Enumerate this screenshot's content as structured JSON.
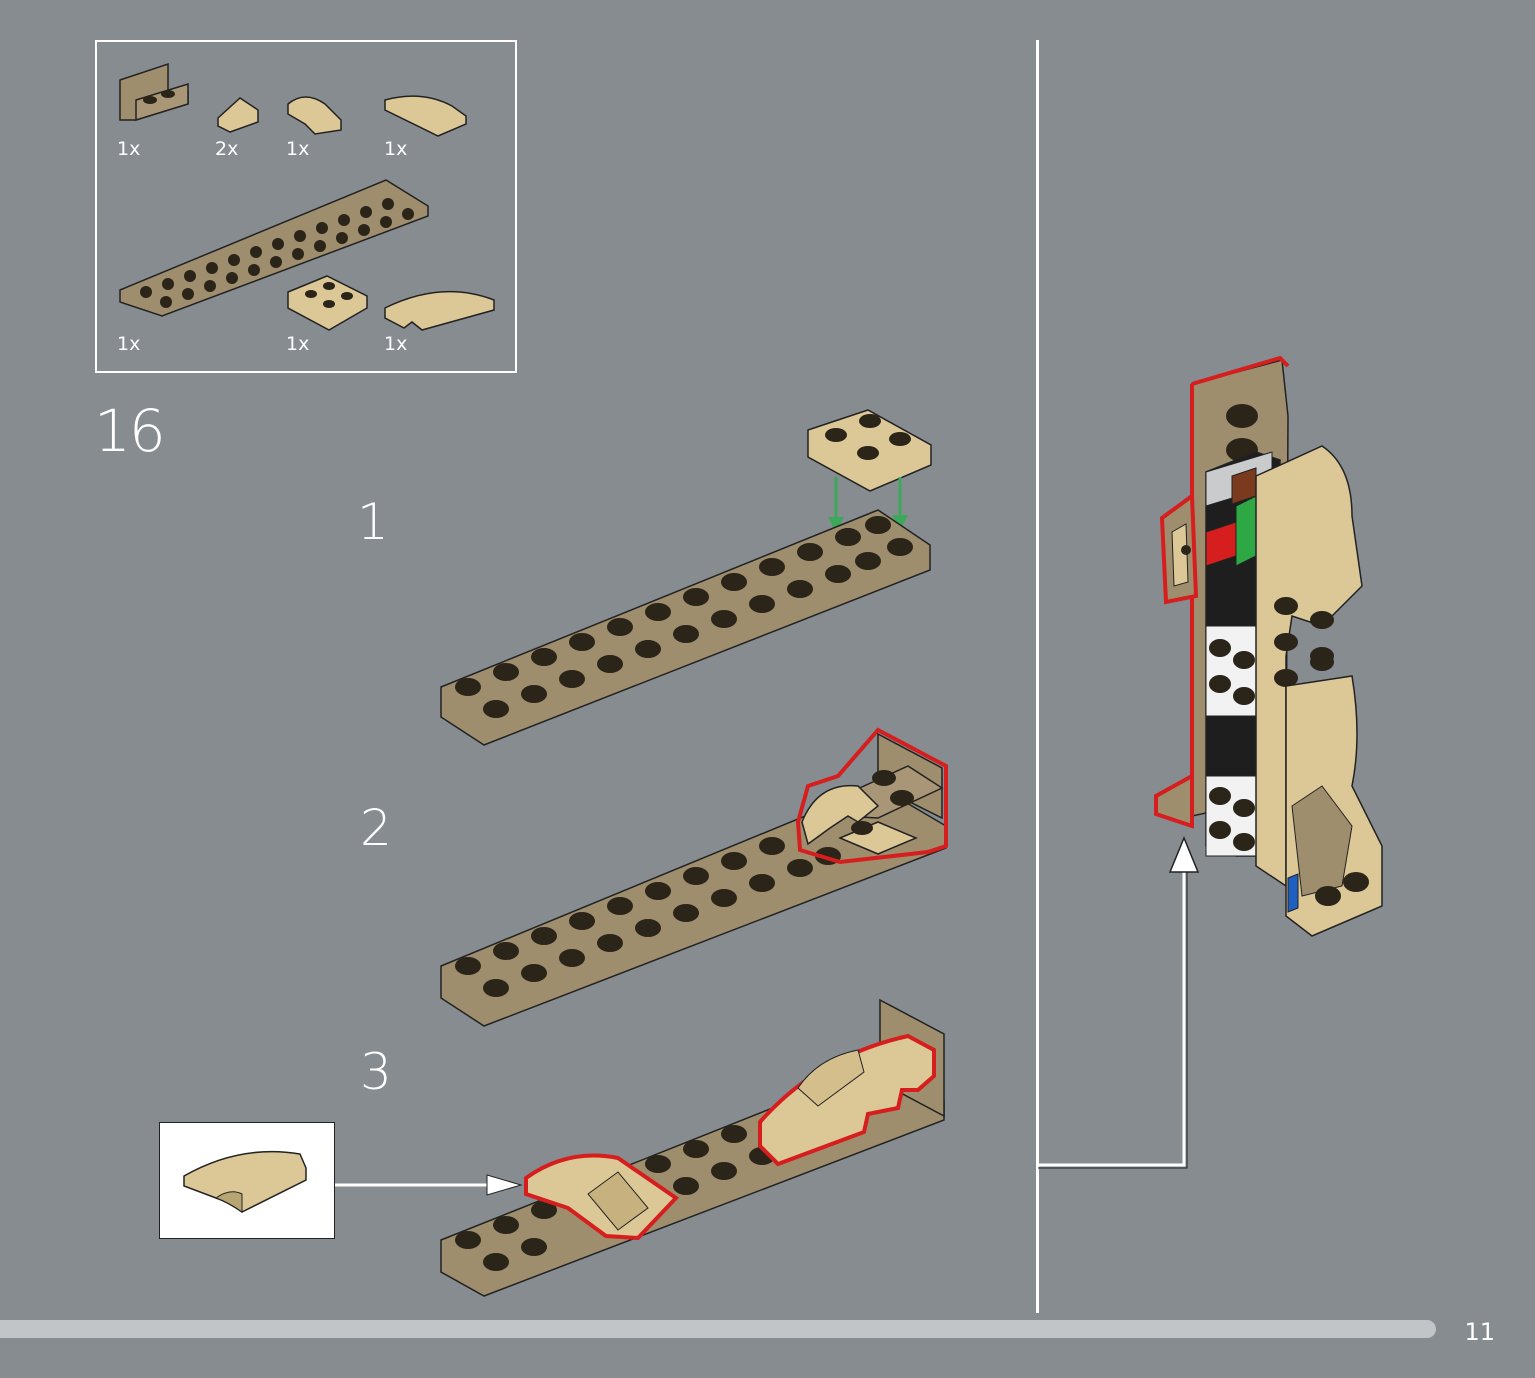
{
  "colors": {
    "background": "#868c90",
    "dark_tan": "#9f8e6e",
    "tan": "#dcc796",
    "highlight": "#d61e1e",
    "arrow_green": "#3ea85a"
  },
  "parts_list": {
    "parts": [
      {
        "name": "bracket-1x2-2x2",
        "quantity": "1x"
      },
      {
        "name": "slope-tile",
        "quantity": "2x"
      },
      {
        "name": "curved-slope-clip",
        "quantity": "1x"
      },
      {
        "name": "curved-slope-2x2",
        "quantity": "1x"
      },
      {
        "name": "plate-2x12",
        "quantity": "1x"
      },
      {
        "name": "plate-2x2",
        "quantity": "1x"
      },
      {
        "name": "curved-slope-2x4",
        "quantity": "1x"
      }
    ]
  },
  "step_number": "16",
  "sub_steps": [
    "1",
    "2",
    "3"
  ],
  "page_number": "11"
}
